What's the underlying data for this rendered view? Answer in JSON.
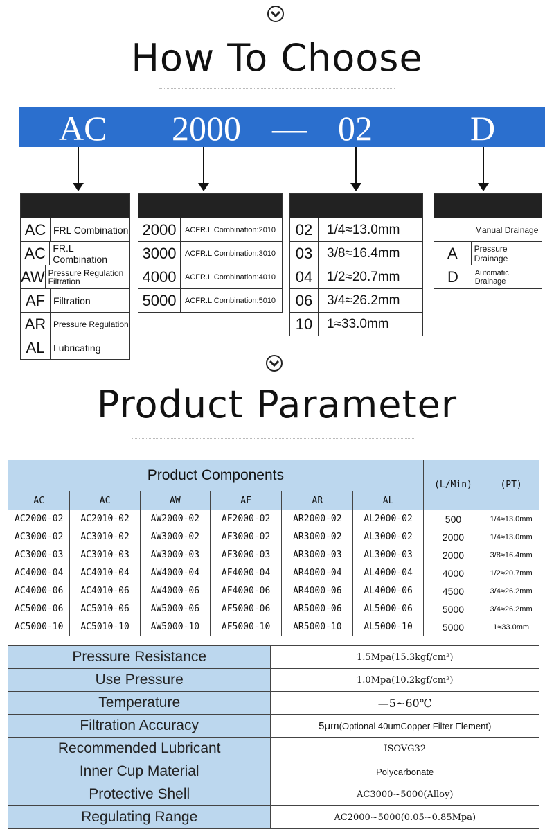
{
  "how_to_choose": {
    "title": "How To Choose",
    "codes": {
      "series": "AC",
      "size": "2000",
      "dash": "—",
      "port": "02",
      "drain": "D"
    },
    "box_type": [
      {
        "code": "AC",
        "desc": "FRL Combination"
      },
      {
        "code": "AC",
        "desc": "FR.L Combination"
      },
      {
        "code": "AW",
        "desc": "Pressure Regulation Filtration"
      },
      {
        "code": "AF",
        "desc": "Filtration"
      },
      {
        "code": "AR",
        "desc": "Pressure Regulation"
      },
      {
        "code": "AL",
        "desc": "Lubricating"
      }
    ],
    "box_size": [
      {
        "code": "2000",
        "desc": "ACFR.L Combination:2010"
      },
      {
        "code": "3000",
        "desc": "ACFR.L Combination:3010"
      },
      {
        "code": "4000",
        "desc": "ACFR.L Combination:4010"
      },
      {
        "code": "5000",
        "desc": "ACFR.L Combination:5010"
      }
    ],
    "box_port": [
      {
        "code": "02",
        "desc": "1/4≈13.0mm"
      },
      {
        "code": "03",
        "desc": "3/8≈16.4mm"
      },
      {
        "code": "04",
        "desc": "1/2≈20.7mm"
      },
      {
        "code": "06",
        "desc": "3/4≈26.2mm"
      },
      {
        "code": "10",
        "desc": "1≈33.0mm"
      }
    ],
    "box_drain": [
      {
        "code": "",
        "desc": "Manual Drainage"
      },
      {
        "code": "A",
        "desc": "Pressure Drainage"
      },
      {
        "code": "D",
        "desc": "Automatic Drainage"
      }
    ]
  },
  "product_parameter": {
    "title": "Product Parameter",
    "components_header": "Product Components",
    "flow_header": "(L/Min)",
    "pt_header": "(PT)",
    "columns": [
      "AC",
      "AC",
      "AW",
      "AF",
      "AR",
      "AL"
    ],
    "rows": [
      [
        "AC2000-02",
        "AC2010-02",
        "AW2000-02",
        "AF2000-02",
        "AR2000-02",
        "AL2000-02",
        "500",
        "1/4≈13.0mm"
      ],
      [
        "AC3000-02",
        "AC3010-02",
        "AW3000-02",
        "AF3000-02",
        "AR3000-02",
        "AL3000-02",
        "2000",
        "1/4≈13.0mm"
      ],
      [
        "AC3000-03",
        "AC3010-03",
        "AW3000-03",
        "AF3000-03",
        "AR3000-03",
        "AL3000-03",
        "2000",
        "3/8≈16.4mm"
      ],
      [
        "AC4000-04",
        "AC4010-04",
        "AW4000-04",
        "AF4000-04",
        "AR4000-04",
        "AL4000-04",
        "4000",
        "1/2≈20.7mm"
      ],
      [
        "AC4000-06",
        "AC4010-06",
        "AW4000-06",
        "AF4000-06",
        "AR4000-06",
        "AL4000-06",
        "4500",
        "3/4≈26.2mm"
      ],
      [
        "AC5000-06",
        "AC5010-06",
        "AW5000-06",
        "AF5000-06",
        "AR5000-06",
        "AL5000-06",
        "5000",
        "3/4≈26.2mm"
      ],
      [
        "AC5000-10",
        "AC5010-10",
        "AW5000-10",
        "AF5000-10",
        "AR5000-10",
        "AL5000-10",
        "5000",
        "1≈33.0mm"
      ]
    ],
    "specs": [
      {
        "label": "Pressure Resistance",
        "value": "1.5Mpa(15.3kgf/cm²)"
      },
      {
        "label": "Use Pressure",
        "value": "1.0Mpa(10.2kgf/cm²)"
      },
      {
        "label": "Temperature",
        "value": "—5~60℃"
      },
      {
        "label": "Filtration Accuracy",
        "value": "5μm",
        "value_note": "(Optional 40umCopper Filter Element)"
      },
      {
        "label": "Recommended Lubricant",
        "value": "ISOVG32"
      },
      {
        "label": "Inner Cup Material",
        "value": "Polycarbonate"
      },
      {
        "label": "Protective Shell",
        "value": "AC3000~5000(Alloy)"
      },
      {
        "label": "Regulating Range",
        "value": "AC2000~5000(0.05~0.85Mpa)"
      }
    ]
  },
  "icons": {
    "section_marker": "chevron-down-circle-icon",
    "arrow": "arrow-down-icon"
  }
}
